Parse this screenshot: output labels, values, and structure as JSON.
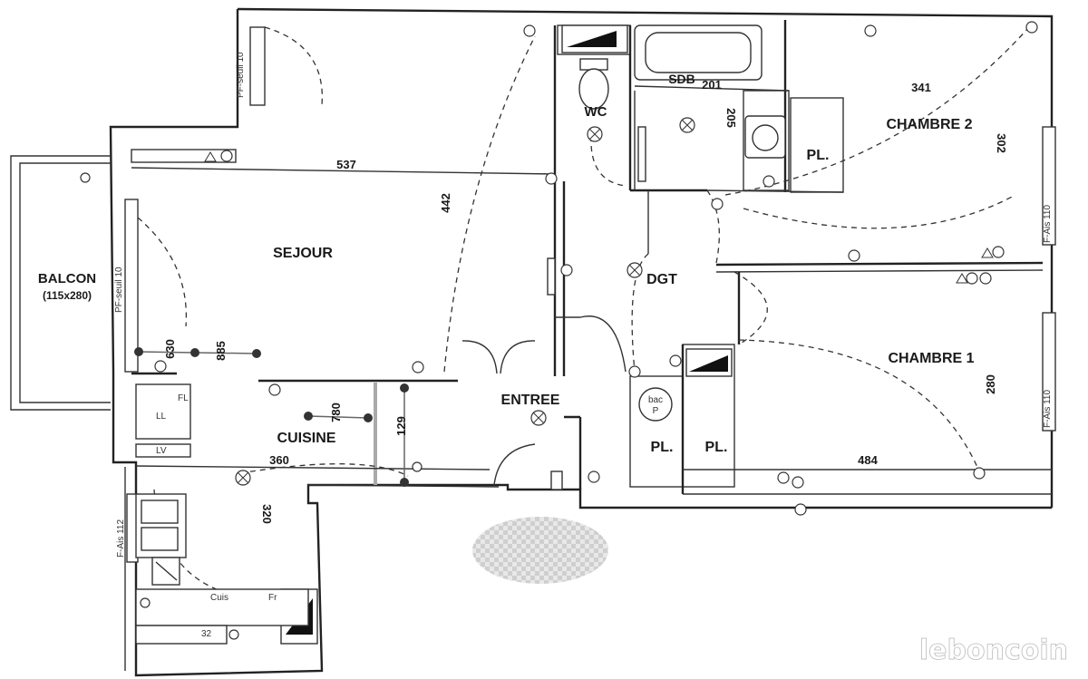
{
  "rooms": {
    "sejour": "SEJOUR",
    "balcon": "BALCON",
    "balcon_size": "(115x280)",
    "cuisine": "CUISINE",
    "entree": "ENTREE",
    "dgt": "DGT",
    "wc": "WC",
    "sdb": "SDB",
    "chambre1": "CHAMBRE 1",
    "chambre2": "CHAMBRE 2",
    "pl": "PL.",
    "ballon_line1": "bac",
    "ballon_line2": "P"
  },
  "dimensions": {
    "sejour_width": "537",
    "sejour_depth": "442",
    "cuisine_width": "360",
    "cuisine_depth": "320",
    "sdb_width": "201",
    "sdb_depth": "205",
    "chambre2_width": "341",
    "chambre2_depth": "302",
    "chambre1_width": "484",
    "chambre1_depth": "280",
    "bottom_small": "32"
  },
  "measurements": {
    "m1": "630",
    "m2": "885",
    "m3": "780",
    "m4": "129"
  },
  "window_tags": {
    "sejour_top": "PF-seuil 10",
    "sejour_left": "PF-seuil 10",
    "chambre2": "F-Ais 110",
    "chambre1": "F-Ais 110",
    "cuisine": "F-Ais 112"
  },
  "fixture_tags": {
    "dishwasher": "LV",
    "cooktop": "Cuis",
    "fridge": "Fr",
    "washer": "LL",
    "fl": "FL"
  },
  "watermark": "leboncoin"
}
